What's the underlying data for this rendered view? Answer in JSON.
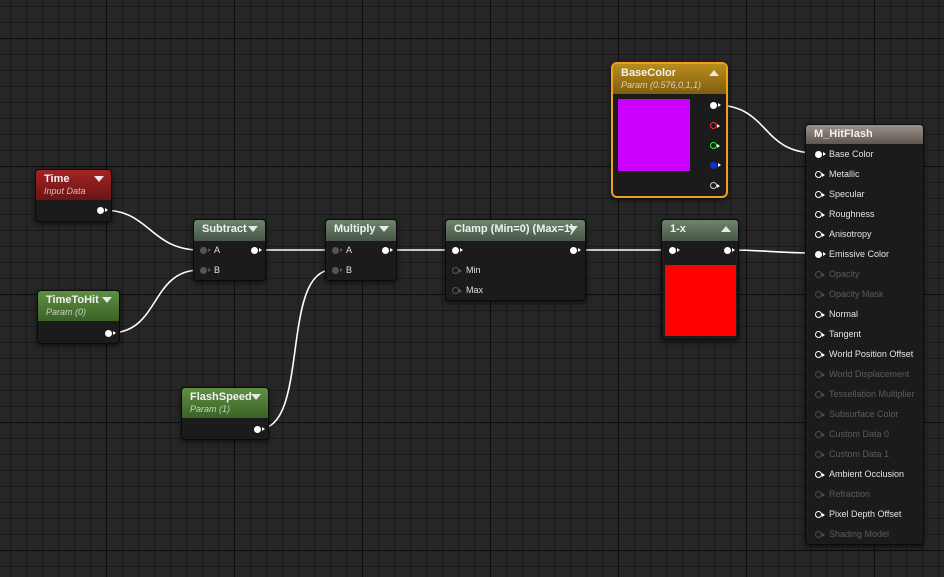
{
  "nodes": {
    "time": {
      "title": "Time",
      "subtitle": "Input Data"
    },
    "time_to_hit": {
      "title": "TimeToHit",
      "subtitle": "Param (0)"
    },
    "flash_speed": {
      "title": "FlashSpeed",
      "subtitle": "Param (1)"
    },
    "subtract": {
      "title": "Subtract",
      "pin_a": "A",
      "pin_b": "B"
    },
    "multiply": {
      "title": "Multiply",
      "pin_a": "A",
      "pin_b": "B"
    },
    "clamp": {
      "title": "Clamp (Min=0) (Max=1)",
      "pin_min": "Min",
      "pin_max": "Max"
    },
    "one_minus": {
      "title": "1-x",
      "preview_color": "#ff0000"
    },
    "base_color": {
      "title": "BaseColor",
      "subtitle": "Param (0.576,0,1,1)",
      "preview_color": "#cc00ff"
    }
  },
  "colors": {
    "red_header": "#8b1d1d",
    "green_header": "#4c7a35",
    "math_header": "#596b59",
    "gold_header": "#a17a16",
    "gold_border": "#f0a020",
    "result_header": "#8a8079",
    "pin_red": "#ff3030",
    "pin_green": "#30ff30",
    "pin_blue": "#2040ff",
    "pin_white": "#ffffff"
  },
  "result": {
    "title": "M_HitFlash",
    "inputs": [
      {
        "label": "Base Color",
        "state": "connected"
      },
      {
        "label": "Metallic",
        "state": "enabled"
      },
      {
        "label": "Specular",
        "state": "enabled"
      },
      {
        "label": "Roughness",
        "state": "enabled"
      },
      {
        "label": "Anisotropy",
        "state": "enabled"
      },
      {
        "label": "Emissive Color",
        "state": "connected"
      },
      {
        "label": "Opacity",
        "state": "disabled"
      },
      {
        "label": "Opacity Mask",
        "state": "disabled"
      },
      {
        "label": "Normal",
        "state": "enabled"
      },
      {
        "label": "Tangent",
        "state": "enabled"
      },
      {
        "label": "World Position Offset",
        "state": "enabled"
      },
      {
        "label": "World Displacement",
        "state": "disabled"
      },
      {
        "label": "Tessellation Multiplier",
        "state": "disabled"
      },
      {
        "label": "Subsurface Color",
        "state": "disabled"
      },
      {
        "label": "Custom Data 0",
        "state": "disabled"
      },
      {
        "label": "Custom Data 1",
        "state": "disabled"
      },
      {
        "label": "Ambient Occlusion",
        "state": "enabled"
      },
      {
        "label": "Refraction",
        "state": "disabled"
      },
      {
        "label": "Pixel Depth Offset",
        "state": "enabled"
      },
      {
        "label": "Shading Model",
        "state": "disabled"
      }
    ]
  }
}
